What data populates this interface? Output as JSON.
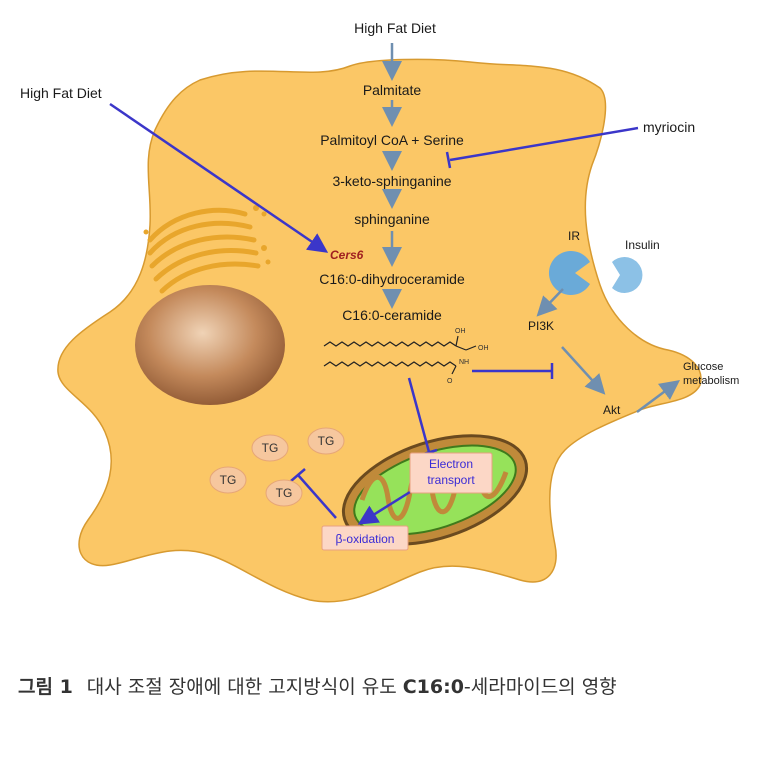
{
  "diagram": {
    "hfd_top": "High Fat Diet",
    "hfd_left": "High Fat Diet",
    "palmitate": "Palmitate",
    "palmitoyl": "Palmitoyl CoA + Serine",
    "keto": "3-keto-sphinganine",
    "sphinganine": "sphinganine",
    "cers6": "Cers6",
    "dihydro": "C16:0-dihydroceramide",
    "ceramide": "C16:0-ceramide",
    "myriocin": "myriocin",
    "ir": "IR",
    "insulin": "Insulin",
    "pi3k": "PI3K",
    "akt": "Akt",
    "glucose": "Glucose",
    "metabolism": "metabolism",
    "electron1": "Electron",
    "electron2": "transport",
    "beta_ox": "β-oxidation",
    "tg": "TG",
    "oh": "OH",
    "nh": "NH",
    "o": "O"
  },
  "caption": {
    "label": "그림 1",
    "text_a": "대사 조절 장애에 대한 고지방식이 유도 ",
    "text_bold": "C16:0",
    "text_b": "-세라마이드의 영향"
  }
}
